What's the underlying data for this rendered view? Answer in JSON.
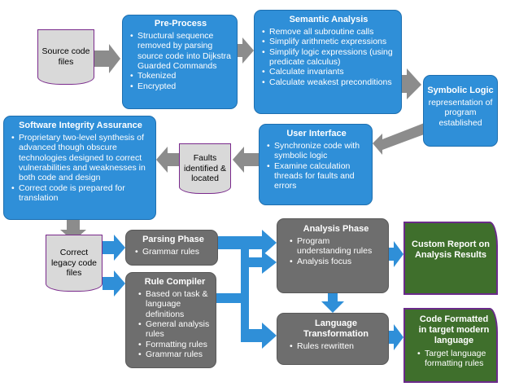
{
  "diagram": {
    "source_doc": {
      "label": "Source code files"
    },
    "faults_doc": {
      "label": "Faults identified & located"
    },
    "legacy_doc": {
      "label": "Correct legacy code files"
    },
    "preprocess": {
      "title": "Pre-Process",
      "items": [
        "Structural sequence removed by parsing source code into Dijkstra Guarded Commands",
        "Tokenized",
        "Encrypted"
      ]
    },
    "semantic": {
      "title": "Semantic Analysis",
      "items": [
        "Remove all subroutine calls",
        "Simplify arithmetic expressions",
        "Simplify logic expressions (using predicate calculus)",
        "Calculate invariants",
        "Calculate weakest preconditions"
      ]
    },
    "symbolic": {
      "title": "Symbolic Logic",
      "text": "representation of program established"
    },
    "ui": {
      "title": "User Interface",
      "items": [
        "Synchronize code with symbolic logic",
        "Examine calculation threads for faults and errors"
      ]
    },
    "integrity": {
      "title": "Software Integrity Assurance",
      "items": [
        "Proprietary  two-level synthesis of advanced though obscure technologies designed to correct vulnerabilities and weaknesses in both code and design",
        "Correct code is prepared for translation"
      ]
    },
    "parsing": {
      "title": "Parsing Phase",
      "items": [
        "Grammar rules"
      ]
    },
    "rule_compiler": {
      "title": "Rule Compiler",
      "items": [
        "Based on task & language definitions",
        "General analysis rules",
        "Formatting rules",
        "Grammar rules"
      ]
    },
    "analysis": {
      "title": "Analysis Phase",
      "items": [
        "Program understanding rules",
        "Analysis focus"
      ]
    },
    "transformation": {
      "title": "Language Transformation",
      "items": [
        "Rules rewritten"
      ]
    },
    "report": {
      "title": "Custom Report on Analysis Results"
    },
    "formatted": {
      "title": "Code Formatted  in target modern language",
      "items": [
        "Target language formatting rules"
      ]
    }
  },
  "colors": {
    "blue_box": "#2f8fd8",
    "gray_box": "#6e6e6e",
    "green_doc": "#3f6f2c",
    "arrow_gray": "#8c8c8c",
    "arrow_blue": "#2f8fd8",
    "doc_border": "#7a2a8c"
  }
}
